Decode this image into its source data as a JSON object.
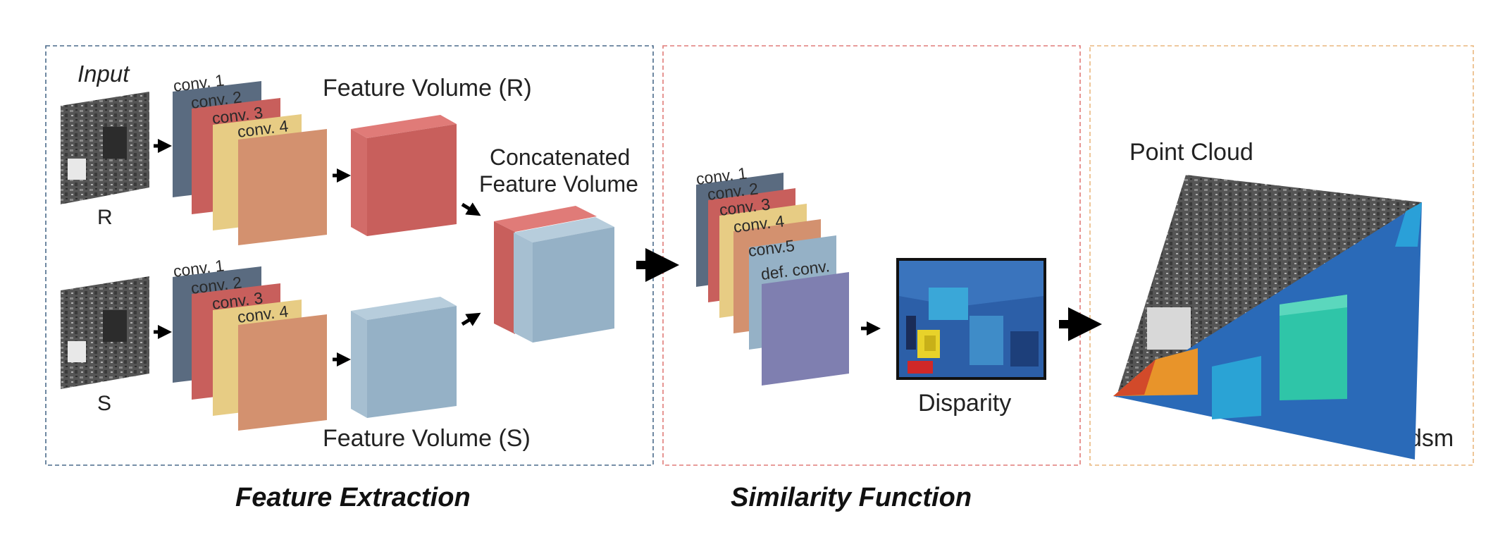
{
  "feature_extraction": {
    "input_label": "Input",
    "image_r_label": "R",
    "image_s_label": "S",
    "conv_layers": [
      "conv. 1",
      "conv. 2",
      "conv. 3",
      "conv. 4"
    ],
    "feature_volume_r": "Feature Volume (R)",
    "feature_volume_s": "Feature Volume (S)",
    "concat_line1": "Concatenated",
    "concat_line2": "Feature Volume",
    "section_title": "Feature Extraction"
  },
  "similarity_function": {
    "conv_layers": [
      "conv. 1",
      "conv. 2",
      "conv. 3",
      "conv. 4",
      "conv.5",
      "def. conv."
    ],
    "disparity_label": "Disparity",
    "section_title": "Similarity Function"
  },
  "output": {
    "point_cloud_label": "Point Cloud",
    "dsm_label": "dsm"
  },
  "colors": {
    "slate": "#5a6b80",
    "red": "#c85f5c",
    "yellow": "#e7cc84",
    "orange": "#d3916f",
    "lightblue": "#95b1c6",
    "purple": "#7f7fb0",
    "box_blue": "#4a6a8a",
    "box_red": "#e07b78",
    "box_orange": "#eab77e"
  }
}
